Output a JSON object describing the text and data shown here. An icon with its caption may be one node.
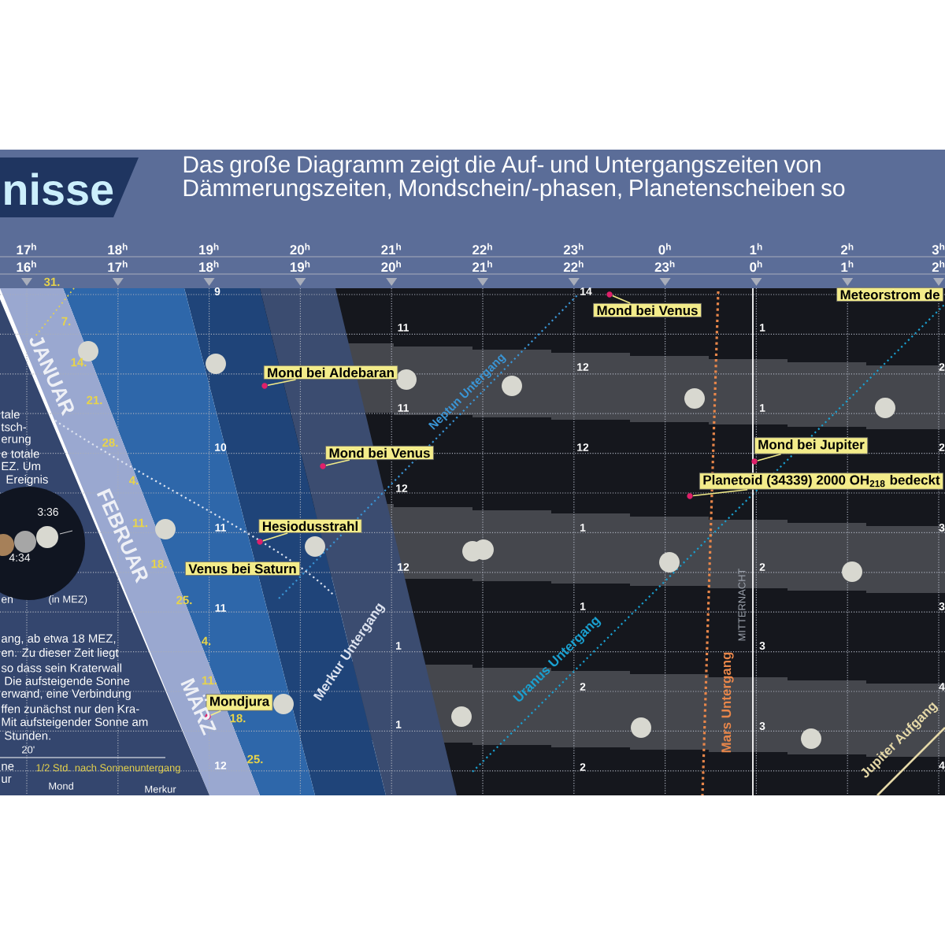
{
  "diagram": {
    "title": "nisse",
    "nodes": [
      {
        "text": [
          "Mond bei Aldebaran"
        ]
      },
      {
        "text": [],
        "shape": "circle"
      },
      {
        "text": [
          "Mond bei Venus"
        ]
      },
      {
        "text": [],
        "shape": "circle"
      },
      {
        "text": [
          "Hesiodusstrahl"
        ]
      },
      {
        "text": [],
        "shape": "circle"
      },
      {
        "text": [
          "Venus bei Saturn"
        ]
      },
      {
        "text": [
          "Mondjura"
        ]
      },
      {
        "text": [],
        "shape": "circle"
      },
      {
        "text": [
          "Mond bei Venus"
        ]
      },
      {
        "text": [],
        "shape": "circle"
      },
      {
        "text": [
          "Mond bei Jupiter"
        ]
      },
      {
        "text": [],
        "shape": "circle"
      },
      {
        "text": [
          "Planetoid (34339) 2000 OH$_{218}$ bedeckt"
        ]
      },
      {
        "text": [],
        "shape": "circle"
      },
      {
        "text": [
          "Meteorstrom de"
        ]
      }
    ],
    "edges": [
      {
        "from": 0,
        "to": 1,
        "arrow": "none"
      },
      {
        "from": 2,
        "to": 3,
        "arrow": "none"
      },
      {
        "from": 4,
        "to": 5,
        "arrow": "none"
      },
      {
        "from": 7,
        "to": 8,
        "arrow": "none"
      },
      {
        "from": 9,
        "to": 10,
        "arrow": "none"
      },
      {
        "from": 11,
        "to": 12,
        "arrow": "none"
      },
      {
        "from": 13,
        "to": 14,
        "arrow": "none"
      }
    ],
    "labels": [
      "Das große Diagramm zeigt die Auf- und Untergangszeiten von Dämmerungszeiten, Mondschein/-phasen, Planetenscheiben so",
      "17$^{h}$",
      "18$^{h}$",
      "19$^{h}$",
      "20$^{h}$",
      "21$^{h}$",
      "22$^{h}$",
      "23$^{h}$",
      "0$^{h}$",
      "1$^{h}$",
      "2$^{h}$",
      "3$^{h}$",
      "16$^{h}$",
      "17$^{h}$",
      "18$^{h}$",
      "19$^{h}$",
      "20$^{h}$",
      "21$^{h}$",
      "22$^{h}$",
      "23$^{h}$",
      "0$^{h}$",
      "1$^{h}$",
      "2$^{h}$",
      "JANUAR",
      "FEBRUAR",
      "MÄRZ",
      "31.",
      "7.",
      "14.",
      "21.",
      "28.",
      "4.",
      "11.",
      "18.",
      "25.",
      "4.",
      "11.",
      "18.",
      "25.",
      "9",
      "11",
      "11",
      "10",
      "12",
      "11",
      "12",
      "11",
      "1",
      "1",
      "12",
      "14",
      "12",
      "12",
      "1",
      "1",
      "2",
      "2",
      "1",
      "1",
      "2",
      "3",
      "3",
      "2",
      "2",
      "3",
      "3",
      "4",
      "4",
      "Neptun Untergang",
      "Merkur Untergang",
      "Uranus Untergang",
      "Mars Untergang",
      "MITTERNACHT",
      "Jupiter Aufgang",
      "tale",
      "tsch-",
      "erung",
      "e totale",
      "EZ. Um",
      "Ereignis",
      "3:36",
      "4:34",
      "en",
      "(in MEZ)",
      "ang, ab etwa 18 MEZ,",
      "en. Zu dieser Zeit liegt",
      "so dass sein Kraterwall",
      "Die aufsteigende Sonne",
      "erwand, eine Verbindung",
      "ffen zunächst nur den Kra-",
      "Mit aufsteigender Sonne am",
      "Stunden.",
      "20'",
      "ne",
      "ur",
      "1/2 Std. nach Sonnenuntergang",
      "Mond",
      "Merkur"
    ]
  }
}
